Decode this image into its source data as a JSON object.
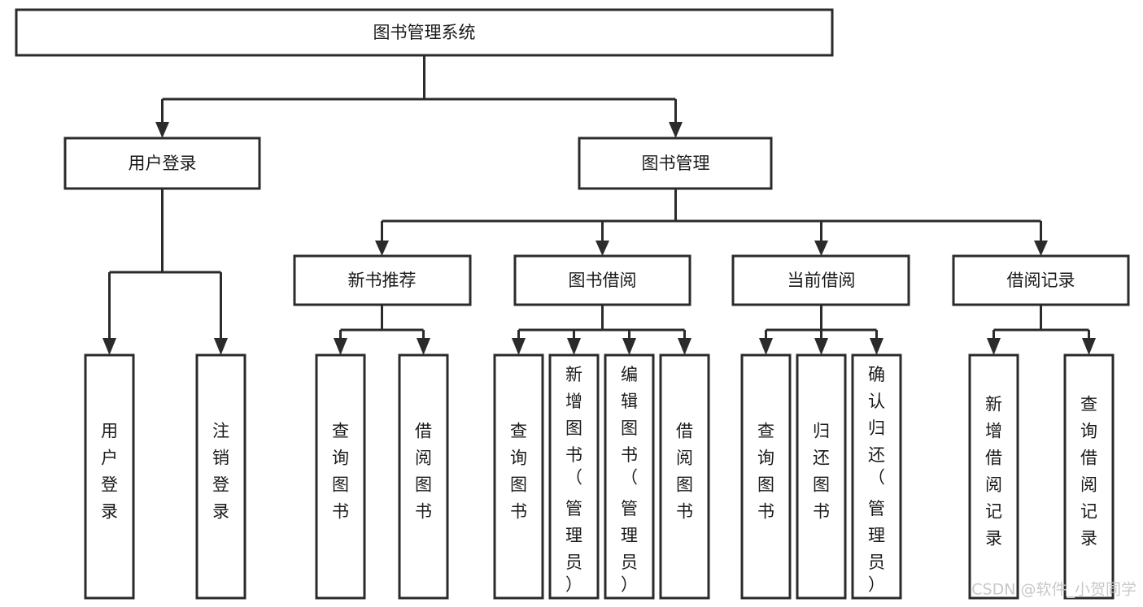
{
  "diagram": {
    "title": "图书管理系统",
    "type": "tree",
    "orientation": "top-down",
    "colors": {
      "box_stroke": "#2b2b2b",
      "box_fill": "#ffffff",
      "connector": "#2b2b2b",
      "text": "#1a1a1a",
      "watermark": "#c8c8c8",
      "background": "#ffffff"
    },
    "watermark": "CSDN @软件_小贺同学",
    "nodes": {
      "root": {
        "label": "图书管理系统",
        "level": 0
      },
      "level1": [
        {
          "id": "user-login",
          "label": "用户登录"
        },
        {
          "id": "book-manage",
          "label": "图书管理"
        }
      ],
      "level2": [
        {
          "id": "new-book-recommend",
          "label": "新书推荐",
          "parent": "book-manage"
        },
        {
          "id": "book-borrow",
          "label": "图书借阅",
          "parent": "book-manage"
        },
        {
          "id": "current-borrow",
          "label": "当前借阅",
          "parent": "book-manage"
        },
        {
          "id": "borrow-record",
          "label": "借阅记录",
          "parent": "book-manage"
        }
      ],
      "leaves": {
        "user-login": [
          {
            "id": "leaf-user-login",
            "label": "用户登录"
          },
          {
            "id": "leaf-logout",
            "label": "注销登录"
          }
        ],
        "new-book-recommend": [
          {
            "id": "leaf-query-book-1",
            "label": "查询图书"
          },
          {
            "id": "leaf-borrow-book-1",
            "label": "借阅图书"
          }
        ],
        "book-borrow": [
          {
            "id": "leaf-query-book-2",
            "label": "查询图书"
          },
          {
            "id": "leaf-add-book",
            "label": "新增图书（管理员）"
          },
          {
            "id": "leaf-edit-book",
            "label": "编辑图书（管理员）"
          },
          {
            "id": "leaf-borrow-book-2",
            "label": "借阅图书"
          }
        ],
        "current-borrow": [
          {
            "id": "leaf-query-book-3",
            "label": "查询图书"
          },
          {
            "id": "leaf-return-book",
            "label": "归还图书"
          },
          {
            "id": "leaf-confirm-return",
            "label": "确认归还（管理员）"
          }
        ],
        "borrow-record": [
          {
            "id": "leaf-add-record",
            "label": "新增借阅记录"
          },
          {
            "id": "leaf-query-record",
            "label": "查询借阅记录"
          }
        ]
      }
    }
  }
}
